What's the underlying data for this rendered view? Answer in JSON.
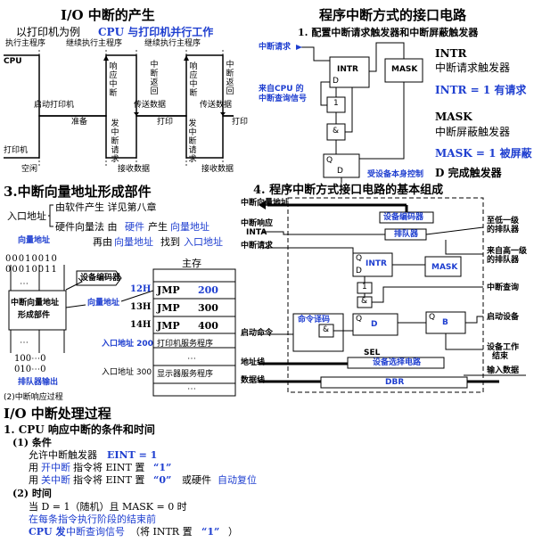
{
  "io_interrupt": {
    "title": "I/O 中断的产生",
    "subtitle_prefix": "以打印机为例",
    "subtitle_blue": "CPU 与打印机并行工作",
    "top_labels": [
      "执行主程序",
      "继续执行主程序",
      "继续执行主程序"
    ],
    "cpu_label": "CPU",
    "printer_label": "打印机",
    "v_respond": "响应中断",
    "v_return1": "中断返回",
    "v_respond2": "响应中断",
    "v_return2": "中断返回",
    "v_request": "发中断请求",
    "v_request2": "发中断请求",
    "start_printer": "启动打印机",
    "transfer1": "传送数据",
    "transfer2": "传送数据",
    "prepare": "准备",
    "print1": "打印",
    "print2": "打印",
    "idle": "空闲",
    "receive1": "接收数据",
    "receive2": "接收数据"
  },
  "interface_circuit": {
    "title": "程序中断方式的接口电路",
    "item1": "1. 配置中断请求触发器和中断屏蔽触发器",
    "int_request": "中断请求",
    "intr": "INTR",
    "mask": "MASK",
    "d": "D",
    "q": "Q",
    "one": "1",
    "amp": "&",
    "from_cpu": "来自CPU 的",
    "query_signal": "中断查询信号",
    "device_control": "受设备本身控制",
    "intr_title": "INTR",
    "intr_desc": "中断请求触发器",
    "intr_eq": "INTR = 1  有请求",
    "mask_title": "MASK",
    "mask_desc": "中断屏蔽触发器",
    "mask_eq": "MASK = 1 被屏蔽",
    "d_desc": "D  完成触发器"
  },
  "vector_unit": {
    "title": "3.中断向量地址形成部件",
    "entry_address": "入口地址",
    "by_software": "由软件产生  详见第八章",
    "hw_prefix": "硬件向量法  由",
    "hw_blue1": "硬件",
    "hw_mid": "产生",
    "hw_blue2": "向量地址",
    "then_prefix": "再由",
    "then_blue1": "向量地址",
    "then_mid": "找到",
    "then_blue2": "入口地址",
    "vector_address": "向量地址",
    "bits_row1": "00010010",
    "bits_row2": "00010011",
    "dots": "⋯",
    "unit_label1": "中断向量地址",
    "unit_label2": "形成部件",
    "bits_row3": "100⋯0",
    "bits_row4": "010⋯0",
    "queue_output": "排队器输出",
    "device_encoder": "设备编码器",
    "vector_address2": "向量地址",
    "main_memory": "主存",
    "mem_rows": [
      {
        "addr": "12H",
        "op": "JMP",
        "target": "200"
      },
      {
        "addr": "13H",
        "op": "JMP",
        "target": "300"
      },
      {
        "addr": "14H",
        "op": "JMP",
        "target": "400"
      }
    ],
    "entry200": "入口地址 200",
    "printer_service": "打印机服务程序",
    "entry300": "入口地址 300",
    "display_service": "显示器服务程序"
  },
  "basic_circuit": {
    "title": "4. 程序中断方式接口电路的基本组成",
    "int_vector_addr": "中断向量地址",
    "inta1": "中断响应",
    "inta2": "INTA",
    "int_request": "中断请求",
    "device_encoder": "设备编码器",
    "queue": "排队器",
    "to_lower1": "至低一级",
    "to_lower2": "的排队器",
    "from_higher1": "来自高一级",
    "from_higher2": "的排队器",
    "intr": "INTR",
    "mask": "MASK",
    "int_query": "中断查询",
    "cmd_decoder": "命令译码",
    "start_cmd": "启动命令",
    "start_device": "启动设备",
    "d": "D",
    "b": "B",
    "q": "Q",
    "one": "1",
    "amp": "&",
    "dev_done1": "设备工作",
    "dev_done2": "结束",
    "input_data": "输入数据",
    "sel": "SEL",
    "device_select": "设备选择电路",
    "dbr": "DBR",
    "addr_bus": "地址线",
    "data_bus": "数据线"
  },
  "section2": {
    "small_heading": "(2)中断响应过程",
    "heading": "I/O 中断处理过程",
    "item1": "1. CPU 响应中断的条件和时间",
    "cond_label": "(1) 条件",
    "cond1_prefix": "允许中断触发器",
    "cond1_blue": "EINT = 1",
    "cond2_prefix": "用",
    "cond2_blue": "开中断",
    "cond2_suffix": "指令将 EINT 置",
    "cond2_val": "“1”",
    "cond3_prefix": "用",
    "cond3_blue": "关中断",
    "cond3_mid": "指令将 EINT 置",
    "cond3_val": "“0”",
    "cond3_or": "或硬件",
    "cond3_blue2": "自动复位",
    "time_label": "(2) 时间",
    "time1": "当 D = 1（随机）且 MASK = 0 时",
    "time2": "在每条指令执行阶段的结束前",
    "time3_prefix": "CPU 发",
    "time3_blue": "中断查询信号",
    "time3_suffix": "（将 INTR 置",
    "time3_val": "“1”",
    "time3_end": "）"
  }
}
